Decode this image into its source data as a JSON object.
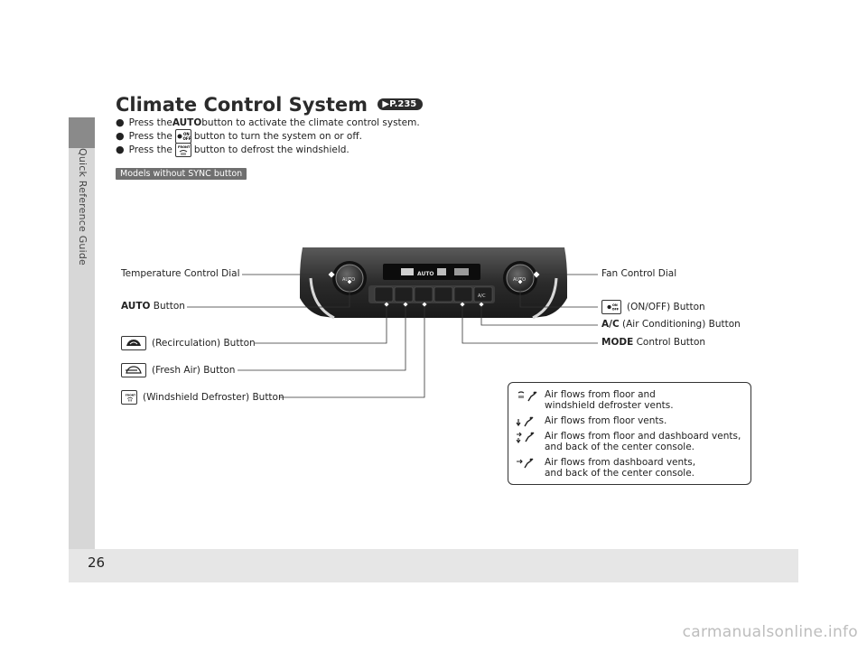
{
  "sidebar": {
    "label": "Quick Reference Guide"
  },
  "page_number": "26",
  "watermark": "carmanualsonline.info",
  "section": {
    "title": "Climate Control System",
    "ref": "P.235"
  },
  "bullets": [
    {
      "pre": "Press the ",
      "bold": "AUTO",
      "post": " button to activate the climate control system."
    },
    {
      "pre": "Press the ",
      "icon": "on-off-button-icon",
      "post": " button to turn the system on or off."
    },
    {
      "pre": "Press the ",
      "icon": "front-defrost-button-icon",
      "post": " button to defrost the windshield."
    }
  ],
  "models_tag": "Models without SYNC button",
  "panel": {
    "display_text": "AUTO",
    "dial_left_label": "AUTO",
    "dial_right_label": "AUTO",
    "ac_label": "A/C"
  },
  "callouts": {
    "temp_dial": "Temperature Control Dial",
    "auto_bold": "AUTO",
    "auto_rest": " Button",
    "recirc": "(Recirculation) Button",
    "fresh": "(Fresh Air) Button",
    "defrost": "(Windshield Defroster) Button",
    "fan_dial": "Fan Control Dial",
    "onoff": "(ON/OFF) Button",
    "ac_bold": "A/C",
    "ac_rest": " (Air Conditioning) Button",
    "mode_bold": "MODE",
    "mode_rest": " Control Button"
  },
  "legend": [
    {
      "icon": "floor-defrost-mode-icon",
      "line1": "Air flows from floor and",
      "line2": "windshield defroster vents."
    },
    {
      "icon": "floor-mode-icon",
      "line1": "Air flows from floor vents.",
      "line2": ""
    },
    {
      "icon": "floor-dash-mode-icon",
      "line1": "Air flows from floor and dashboard vents,",
      "line2": "and back of the center console."
    },
    {
      "icon": "dash-mode-icon",
      "line1": "Air flows from dashboard vents,",
      "line2": "and back of the center console."
    }
  ],
  "colors": {
    "sidebar": "#d7d7d7",
    "sidebar_top": "#8a8a8a",
    "footer": "#e6e6e6",
    "panel": "#2a2a2a",
    "tag": "#6f6f6f"
  }
}
